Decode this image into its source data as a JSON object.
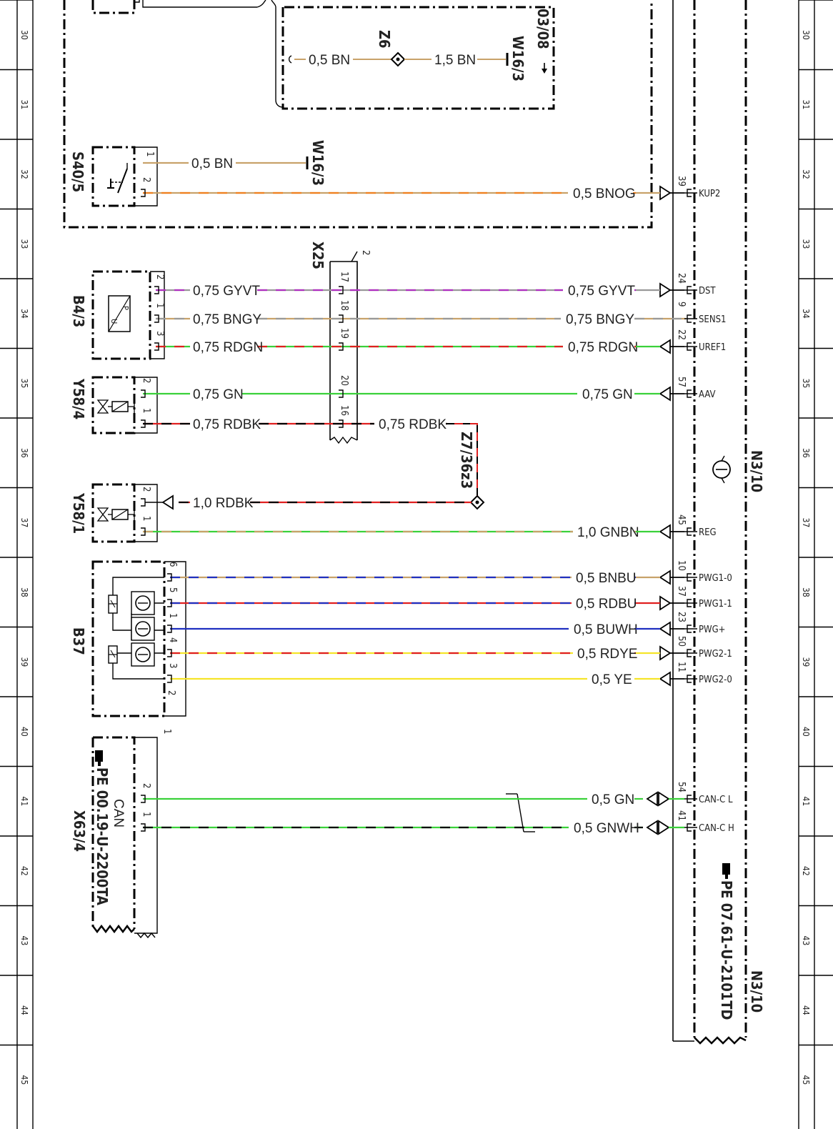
{
  "ruler_numbers": [
    "30",
    "31",
    "32",
    "33",
    "34",
    "35",
    "36",
    "37",
    "38",
    "39",
    "40",
    "41",
    "42",
    "43",
    "44",
    "45"
  ],
  "modules": {
    "module_s40": "S40/5",
    "module_w16_top": "W16/3",
    "module_w16": "W16/3",
    "module_z6": "Z6",
    "module_ref_0308": "03/08",
    "module_x25": "X25",
    "module_b43": "B4/3",
    "module_y58_4": "Y58/4",
    "module_y58_1": "Y58/1",
    "module_z7": "Z7/36z3",
    "module_b37": "B37",
    "module_x63": "X63/4",
    "module_n310": "N3/10",
    "module_n310_bottom": "N3/10",
    "can_label": "CAN",
    "ref_x63": "PE 00.19-U-2200TA",
    "ref_n310": "PE 07.61-U-2101TD",
    "x25_end_pin": "2",
    "b37_end_pin": "2",
    "x63_end_pin": "1"
  },
  "wires": [
    {
      "label": "0,5 BN",
      "color": "#c8a26a",
      "stripe": "none"
    },
    {
      "label": "1,5 BN",
      "color": "#c8a26a",
      "stripe": "none"
    },
    {
      "label": "0,5 BN",
      "color": "#c8a26a",
      "stripe": "none"
    },
    {
      "label": "0,5 BNOG",
      "color": "#c8a26a",
      "stripe": "#f08020",
      "right_label": "0,5 BNOG",
      "pin": "2",
      "ecu_pin": "39",
      "signal": "KUP2"
    },
    {
      "label": "0,75 GYVT",
      "color": "#999999",
      "stripe": "#b030c0",
      "right_label": "0,75 GYVT",
      "pin": "2",
      "x25_pin": "17",
      "ecu_pin": "24",
      "signal": "DST"
    },
    {
      "label": "0,75 BNGY",
      "color": "#c8a26a",
      "stripe": "#999999",
      "right_label": "0,75 BNGY",
      "pin": "1",
      "x25_pin": "18",
      "ecu_pin": "9",
      "signal": "SENS1"
    },
    {
      "label": "0,75 RDGN",
      "color": "#3ad13a",
      "stripe": "#e02020",
      "right_label": "0,75 RDGN",
      "pin": "3",
      "x25_pin": "19",
      "ecu_pin": "22",
      "signal": "UREF1"
    },
    {
      "label": "0,75 GN",
      "color": "#3ad13a",
      "stripe": "none",
      "right_label": "0,75 GN",
      "pin": "2",
      "x25_pin": "20",
      "ecu_pin": "57",
      "signal": "AAV"
    },
    {
      "label": "0,75 RDBK",
      "color": "#e02020",
      "stripe": "#000000",
      "right_label": "0,75 RDBK",
      "pin": "1",
      "x25_pin": "16"
    },
    {
      "label": "1,0 RDBK",
      "color": "#e02020",
      "stripe": "#000000",
      "pin": "2"
    },
    {
      "label": "1,0 GNBN",
      "color": "#3ad13a",
      "stripe": "#c8a26a",
      "right_label": "1,0 GNBN",
      "pin": "1",
      "ecu_pin": "45",
      "signal": "REG"
    },
    {
      "label": "0,5 BNBU",
      "color": "#c8a26a",
      "stripe": "#2030c0",
      "right_label": "0,5 BNBU",
      "pin": "6",
      "ecu_pin": "10",
      "signal": "PWG1-0"
    },
    {
      "label": "0,5 RDBU",
      "color": "#e02020",
      "stripe": "#2030c0",
      "right_label": "0,5 RDBU",
      "pin": "5",
      "ecu_pin": "37",
      "signal": "PWG1-1"
    },
    {
      "label": "0,5 BUWH",
      "color": "#2030c0",
      "stripe": "none",
      "right_label": "0,5 BUWH",
      "pin": "1",
      "ecu_pin": "23",
      "signal": "PWG+"
    },
    {
      "label": "0,5 RDYE",
      "color": "#f5e52a",
      "stripe": "#e02020",
      "right_label": "0,5 RDYE",
      "pin": "4",
      "ecu_pin": "50",
      "signal": "PWG2-1"
    },
    {
      "label": "0,5 YE",
      "color": "#f5e52a",
      "stripe": "none",
      "right_label": "0,5 YE",
      "pin": "3",
      "ecu_pin": "11",
      "signal": "PWG2-0"
    },
    {
      "label": "0,5 GN",
      "color": "#3ad13a",
      "stripe": "none",
      "right_label": "0,5 GN",
      "pin": "2",
      "ecu_pin": "54",
      "signal": "CAN-C L"
    },
    {
      "label": "0,5 GNWH",
      "color": "#3ad13a",
      "stripe": "#000000",
      "right_label": "0,5 GNWH",
      "pin": "1",
      "ecu_pin": "41",
      "signal": "CAN-C H"
    }
  ],
  "pins": {
    "s40_pin1": "1",
    "y58_1_pin1": "1",
    "y58_4_pin1": "1"
  }
}
